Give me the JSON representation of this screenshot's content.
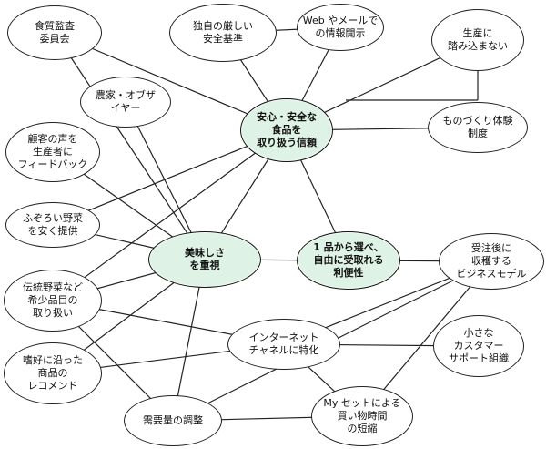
{
  "diagram": {
    "nodes": {
      "food_audit": "食質監査\n委員会",
      "strict_standards": "独自の厳しい\n安全基準",
      "web_mail": "Web やメールで\nの情報開示",
      "no_production": "生産に\n踏み込まない",
      "farmer_advisor": "農家・オブザ\nイヤー",
      "trust": "安心・安全な\n食品を\n取り扱う信頼",
      "monozukuri": "ものづくり体験\n制度",
      "customer_feedback": "顧客の声を\n生産者に\nフィードバック",
      "irregular_veg": "ふぞろい野菜\nを安く提供",
      "taste": "美味しさ\nを重視",
      "one_item": "1 品から選べ、\n自由に受取れる\n利便性",
      "order_model": "受注後に\n収穫する\nビジネスモデル",
      "heirloom": "伝統野菜など\n希少品目の\n取り扱い",
      "internet": "インターネット\nチャネルに特化",
      "small_support": "小さな\nカスタマー\nサポート組織",
      "preference": "嗜好に沿った\n商品の\nレコメンド",
      "demand": "需要量の調整",
      "myset": "My セットによる\n買い物時間\nの短縮"
    }
  }
}
